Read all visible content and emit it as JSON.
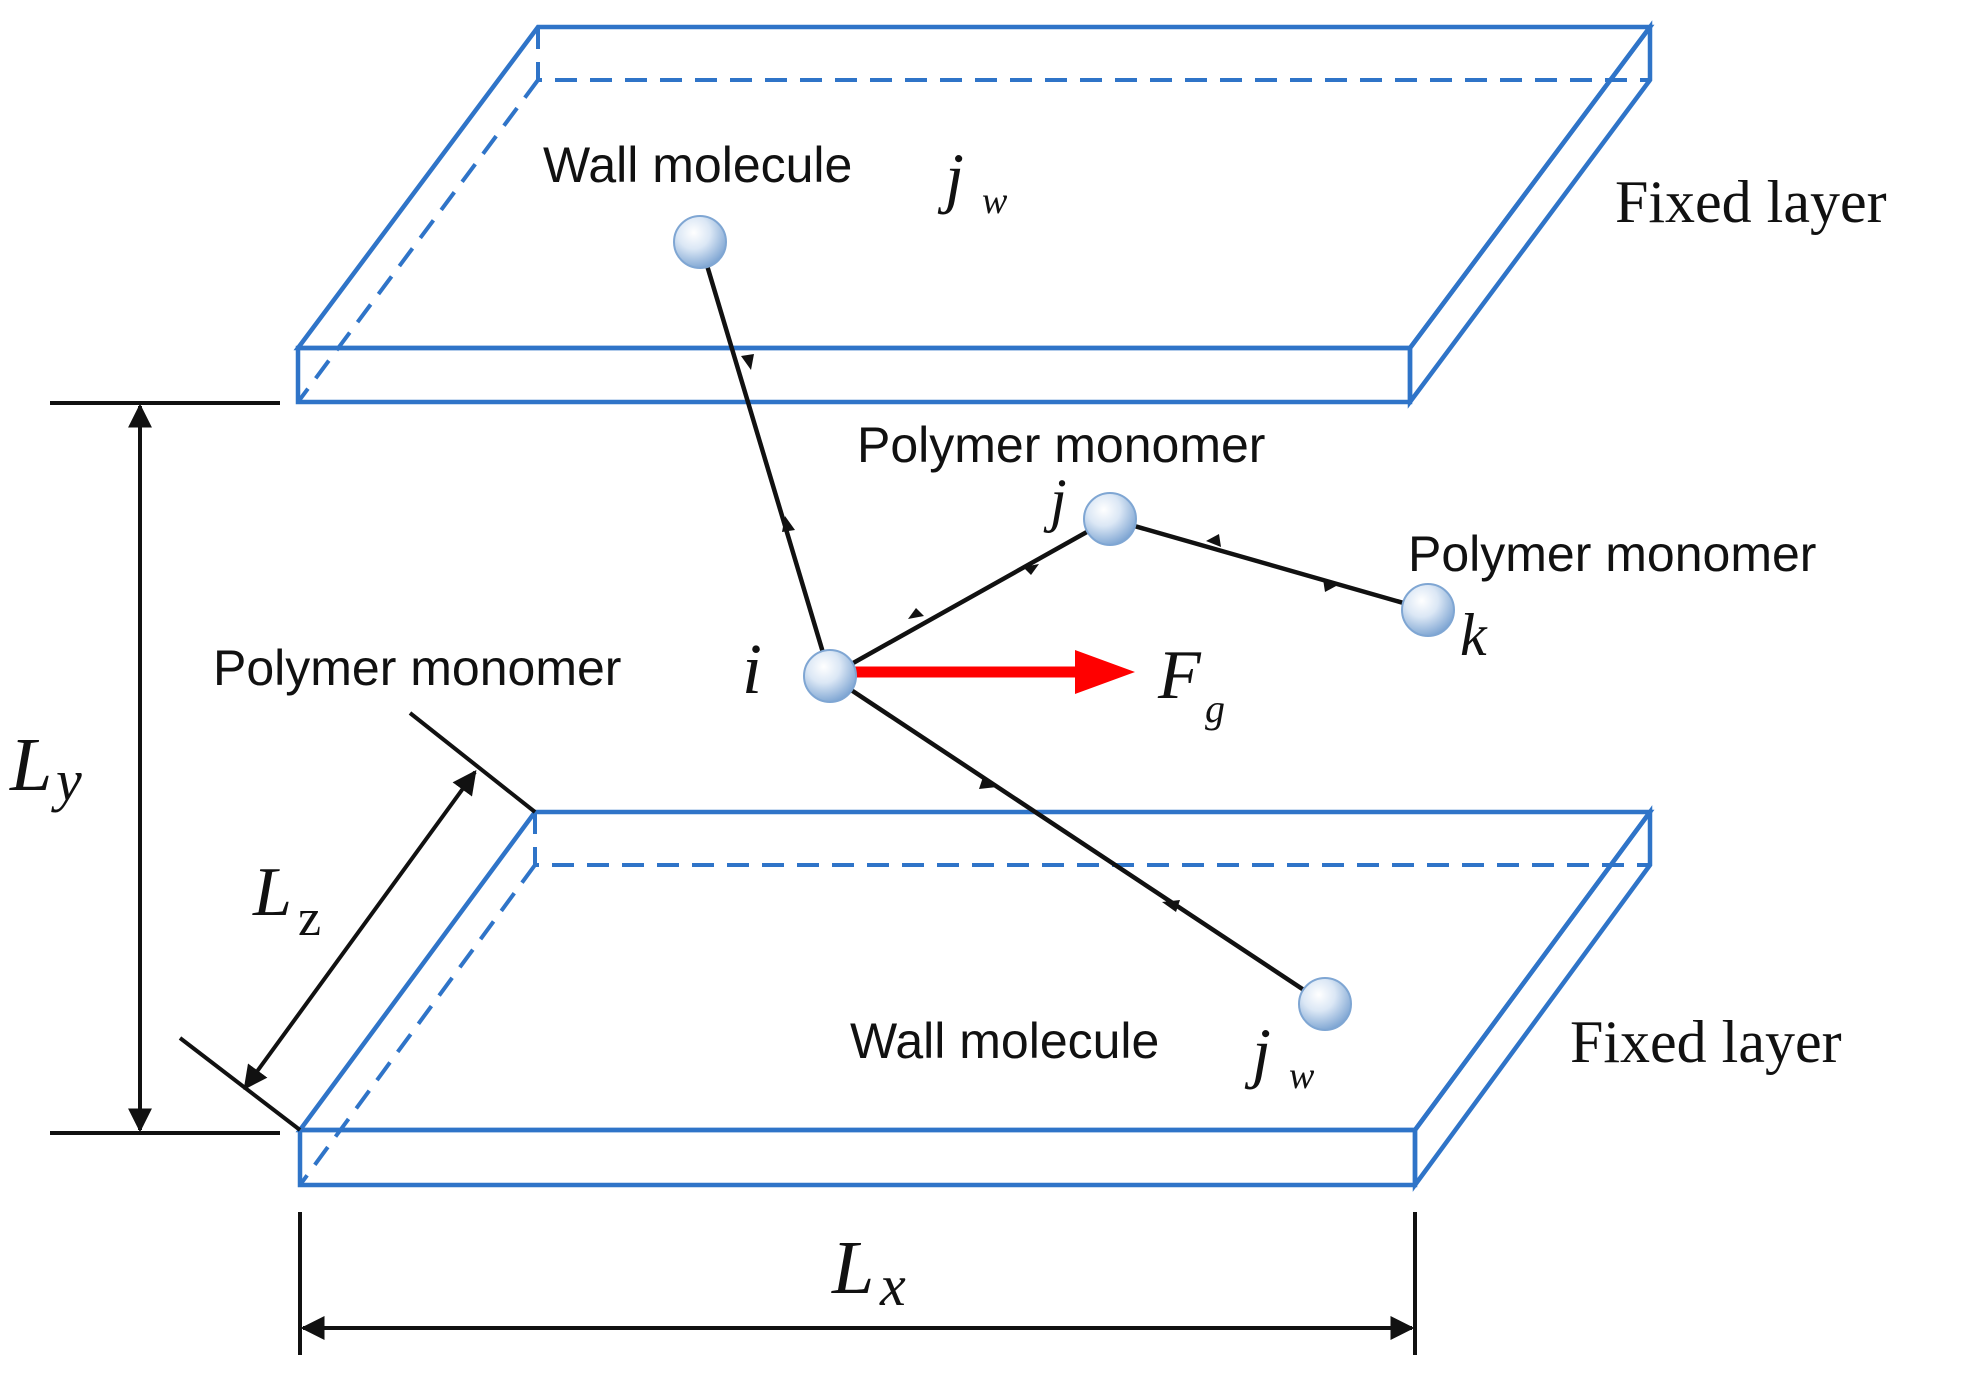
{
  "colors": {
    "plate": "#2f74c8",
    "force": "#ff0000",
    "ink": "#111111",
    "bead_light": "#eef4fb",
    "bead_dark": "#8fb3dc"
  },
  "labels": {
    "wall_top_text": "Wall molecule",
    "wall_top_sym": "j",
    "wall_top_sub": "w",
    "wall_bottom_text": "Wall molecule",
    "wall_bottom_sym": "j",
    "wall_bottom_sub": "w",
    "fixed_top": "Fixed layer",
    "fixed_bottom": "Fixed layer",
    "monomer_j_text": "Polymer monomer",
    "monomer_j_sym": "j",
    "monomer_k_text": "Polymer monomer",
    "monomer_k_sym": "k",
    "monomer_i_text": "Polymer monomer",
    "monomer_i_sym": "i",
    "force_sym": "F",
    "force_sub": "g",
    "dim_y_sym": "L",
    "dim_y_sub": "y",
    "dim_z_sym": "L",
    "dim_z_sub": "z",
    "dim_x_sym": "L",
    "dim_x_sub": "x"
  }
}
